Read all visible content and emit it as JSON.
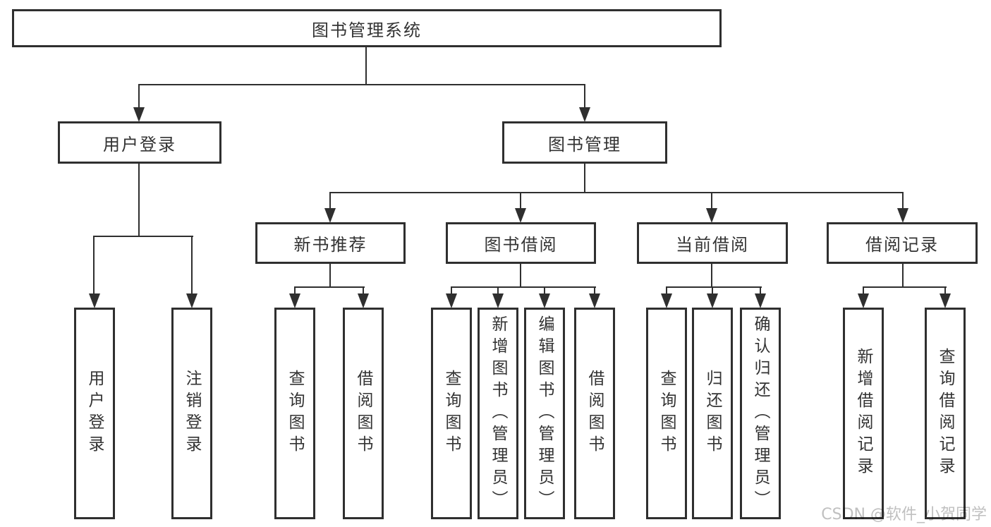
{
  "diagram": {
    "root": {
      "label": "图书管理系统"
    },
    "level2": [
      {
        "label": "用户登录"
      },
      {
        "label": "图书管理"
      }
    ],
    "level3": [
      {
        "label": "新书推荐"
      },
      {
        "label": "图书借阅"
      },
      {
        "label": "当前借阅"
      },
      {
        "label": "借阅记录"
      }
    ],
    "leaves": {
      "user": [
        {
          "label": "用户登录"
        },
        {
          "label": "注销登录"
        }
      ],
      "recommend": [
        {
          "label": "查询图书"
        },
        {
          "label": "借阅图书"
        }
      ],
      "borrow": [
        {
          "label": "查询图书"
        },
        {
          "label": "新增图书（管理员）"
        },
        {
          "label": "编辑图书（管理员）"
        },
        {
          "label": "借阅图书"
        }
      ],
      "current": [
        {
          "label": "查询图书"
        },
        {
          "label": "归还图书"
        },
        {
          "label": "确认归还（管理员）"
        }
      ],
      "records": [
        {
          "label": "新增借阅记录"
        },
        {
          "label": "查询借阅记录"
        }
      ]
    }
  },
  "watermark": {
    "text": "CSDN @软件_小贺同学"
  },
  "colors": {
    "line": "#2f2f2f",
    "text": "#333333",
    "watermark": "#c0c0c0",
    "background": "#ffffff"
  }
}
